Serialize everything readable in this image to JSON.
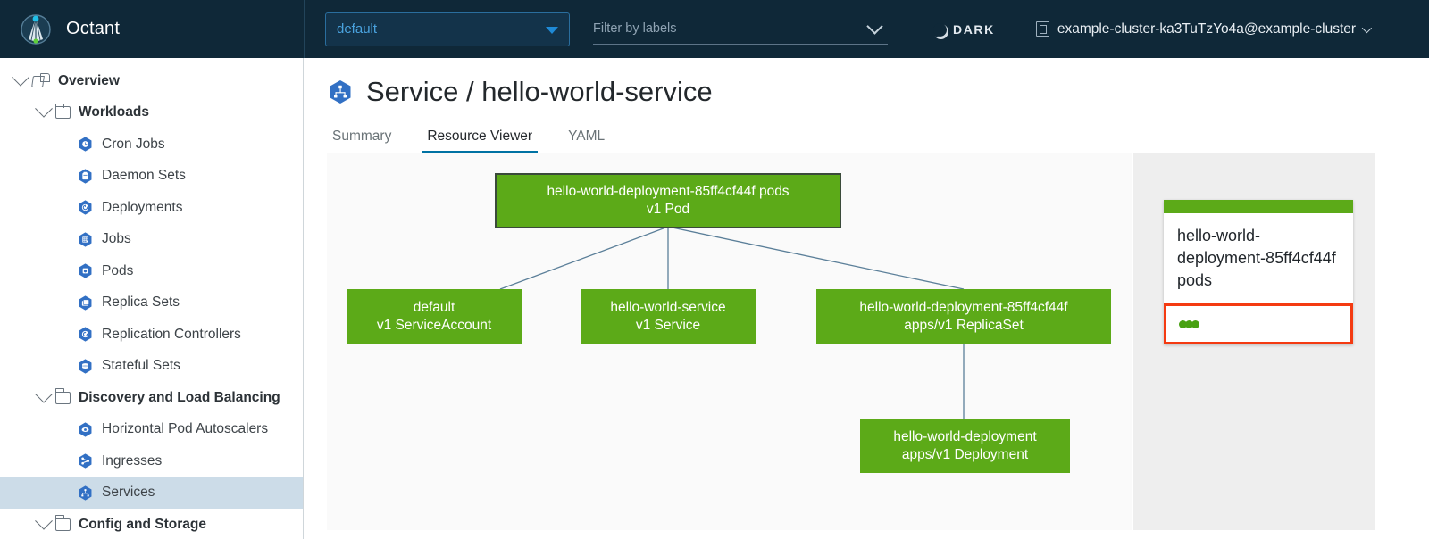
{
  "header": {
    "brand": "Octant",
    "logo_icon": "octant-logo",
    "namespace": {
      "value": "default",
      "icon": "triangle-down-icon"
    },
    "label_filter": {
      "placeholder": "Filter by labels",
      "icon": "chevron-down-icon"
    },
    "theme_toggle": {
      "label": "DARK",
      "icon": "moon-icon"
    },
    "cluster": {
      "name": "example-cluster-ka3TuTzYo4a@example-cluster",
      "icon": "cluster-icon",
      "caret": "chevron-down-icon"
    }
  },
  "sidebar": {
    "items": [
      {
        "label": "Overview",
        "level": 0,
        "type": "group",
        "icon": "overview-icon",
        "expanded": true,
        "selected": false
      },
      {
        "label": "Workloads",
        "level": 1,
        "type": "folder",
        "icon": "folder-icon",
        "expanded": true,
        "selected": false
      },
      {
        "label": "Cron Jobs",
        "level": 2,
        "type": "leaf",
        "icon": "k8s-cronjob-icon",
        "expanded": false,
        "selected": false
      },
      {
        "label": "Daemon Sets",
        "level": 2,
        "type": "leaf",
        "icon": "k8s-daemonset-icon",
        "expanded": false,
        "selected": false
      },
      {
        "label": "Deployments",
        "level": 2,
        "type": "leaf",
        "icon": "k8s-deploy-icon",
        "expanded": false,
        "selected": false
      },
      {
        "label": "Jobs",
        "level": 2,
        "type": "leaf",
        "icon": "k8s-job-icon",
        "expanded": false,
        "selected": false
      },
      {
        "label": "Pods",
        "level": 2,
        "type": "leaf",
        "icon": "k8s-pod-icon",
        "expanded": false,
        "selected": false
      },
      {
        "label": "Replica Sets",
        "level": 2,
        "type": "leaf",
        "icon": "k8s-rs-icon",
        "expanded": false,
        "selected": false
      },
      {
        "label": "Replication Controllers",
        "level": 2,
        "type": "leaf",
        "icon": "k8s-rc-icon",
        "expanded": false,
        "selected": false
      },
      {
        "label": "Stateful Sets",
        "level": 2,
        "type": "leaf",
        "icon": "k8s-sts-icon",
        "expanded": false,
        "selected": false
      },
      {
        "label": "Discovery and Load Balancing",
        "level": 1,
        "type": "folder",
        "icon": "folder-icon",
        "expanded": true,
        "selected": false
      },
      {
        "label": "Horizontal Pod Autoscalers",
        "level": 2,
        "type": "leaf",
        "icon": "k8s-hpa-icon",
        "expanded": false,
        "selected": false
      },
      {
        "label": "Ingresses",
        "level": 2,
        "type": "leaf",
        "icon": "k8s-ingress-icon",
        "expanded": false,
        "selected": false
      },
      {
        "label": "Services",
        "level": 2,
        "type": "leaf",
        "icon": "k8s-service-icon",
        "expanded": false,
        "selected": true
      },
      {
        "label": "Config and Storage",
        "level": 1,
        "type": "folder",
        "icon": "folder-icon",
        "expanded": true,
        "selected": false
      }
    ]
  },
  "main": {
    "title": "Service / hello-world-service",
    "title_icon": "k8s-service-icon",
    "tabs": [
      {
        "label": "Summary",
        "active": false
      },
      {
        "label": "Resource Viewer",
        "active": true
      },
      {
        "label": "YAML",
        "active": false
      }
    ]
  },
  "graph": {
    "nodes": [
      {
        "id": "pod",
        "line1": "hello-world-deployment-85ff4cf44f pods",
        "line2": "v1 Pod",
        "selected": true
      },
      {
        "id": "sa",
        "line1": "default",
        "line2": "v1 ServiceAccount",
        "selected": false
      },
      {
        "id": "svc",
        "line1": "hello-world-service",
        "line2": "v1 Service",
        "selected": false
      },
      {
        "id": "rs",
        "line1": "hello-world-deployment-85ff4cf44f",
        "line2": "apps/v1 ReplicaSet",
        "selected": false
      },
      {
        "id": "deploy",
        "line1": "hello-world-deployment",
        "line2": "apps/v1 Deployment",
        "selected": false
      }
    ],
    "edges": [
      {
        "from": "pod",
        "to": "sa"
      },
      {
        "from": "pod",
        "to": "svc"
      },
      {
        "from": "pod",
        "to": "rs"
      },
      {
        "from": "rs",
        "to": "deploy"
      }
    ],
    "node_color": "#5caa18",
    "edge_color": "#5b7f99"
  },
  "detail_panel": {
    "card": {
      "title": "hello-world-deployment-85ff4cf44f pods",
      "header_color": "#5caa18",
      "highlight_color": "#f43b12",
      "status_dots": 3,
      "dot_color": "#48a112"
    }
  }
}
